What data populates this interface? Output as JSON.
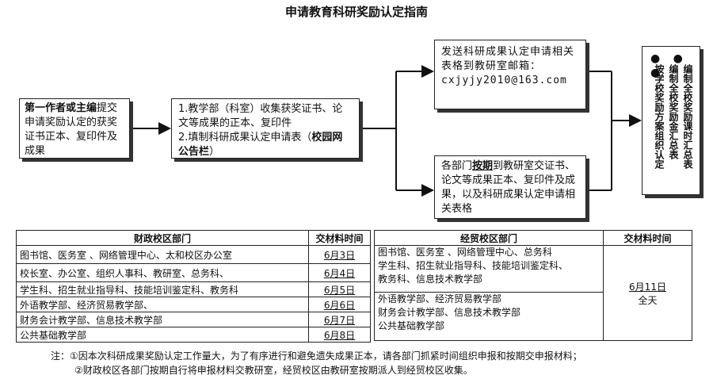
{
  "title": "申请教育科研奖励认定指南",
  "step1": {
    "bold": "第一作者或主编",
    "rest": "提交申请奖励认定的获奖证书正本、复印件及成果"
  },
  "step2": {
    "line1": "1.教学部（科室）收集获奖证书、论文等成果的正本、复印件",
    "line2a": "2.填制科研成果认定申请表（",
    "line2b": "校园网公告栏",
    "line2c": "）"
  },
  "step3a": {
    "text": "发送科研成果认定申请相关表格到教研室邮箱：",
    "email": "cxjyjy2010@163.com"
  },
  "step3b": {
    "pre": "各部门",
    "bold": "按期",
    "post": "到教研室交证书、论文等成果正本、复印件及成果，以及科研成果认定申请相关表格"
  },
  "step4": {
    "dots": "● ● ●",
    "col1": "编制全校奖励课时汇总表",
    "col2": "编制全校奖励金汇总表",
    "col3": "按学校奖励方案组织认定"
  },
  "table_left": {
    "headers": [
      "财政校区部门",
      "交材料时间"
    ],
    "rows": [
      [
        "图书馆、医务室 、网络管理中心、太和校区办公室",
        "6月3日"
      ],
      [
        "校长室、办公室、组织人事科、教研室、总务科、",
        "6月4日"
      ],
      [
        "学生科、招生就业指导科、技能培训鉴定科、教务科",
        "6月5日"
      ],
      [
        "外语教学部、经济贸易教学部、",
        "6月6日"
      ],
      [
        "财务会计教学部、信息技术教学部",
        "6月7日"
      ],
      [
        "公共基础教学部",
        "6月8日"
      ]
    ]
  },
  "table_right": {
    "headers": [
      "经贸校区部门",
      "交材料时间"
    ],
    "group1": [
      "图书馆、医务室 、网络管理中心、总务科",
      "学生科、招生就业指导科、技能培训鉴定科、",
      "教务科、信息技术教学部"
    ],
    "group2": [
      "外语教学部、经济贸易教学部",
      "财务会计教学部、信息技术教学部",
      "公共基础教学部"
    ],
    "time": "6月11日",
    "time2": "全天"
  },
  "notes": {
    "line1": "注：①因本次科研成果奖励认定工作量大，为了有序进行和避免遗失成果正本，请各部门抓紧时间组织申报和按期交申报材料；",
    "line2": "②财政校区各部门按期自行将申报材料交教研室，经贸校区由教研室按期派人到经贸校区收集。"
  }
}
